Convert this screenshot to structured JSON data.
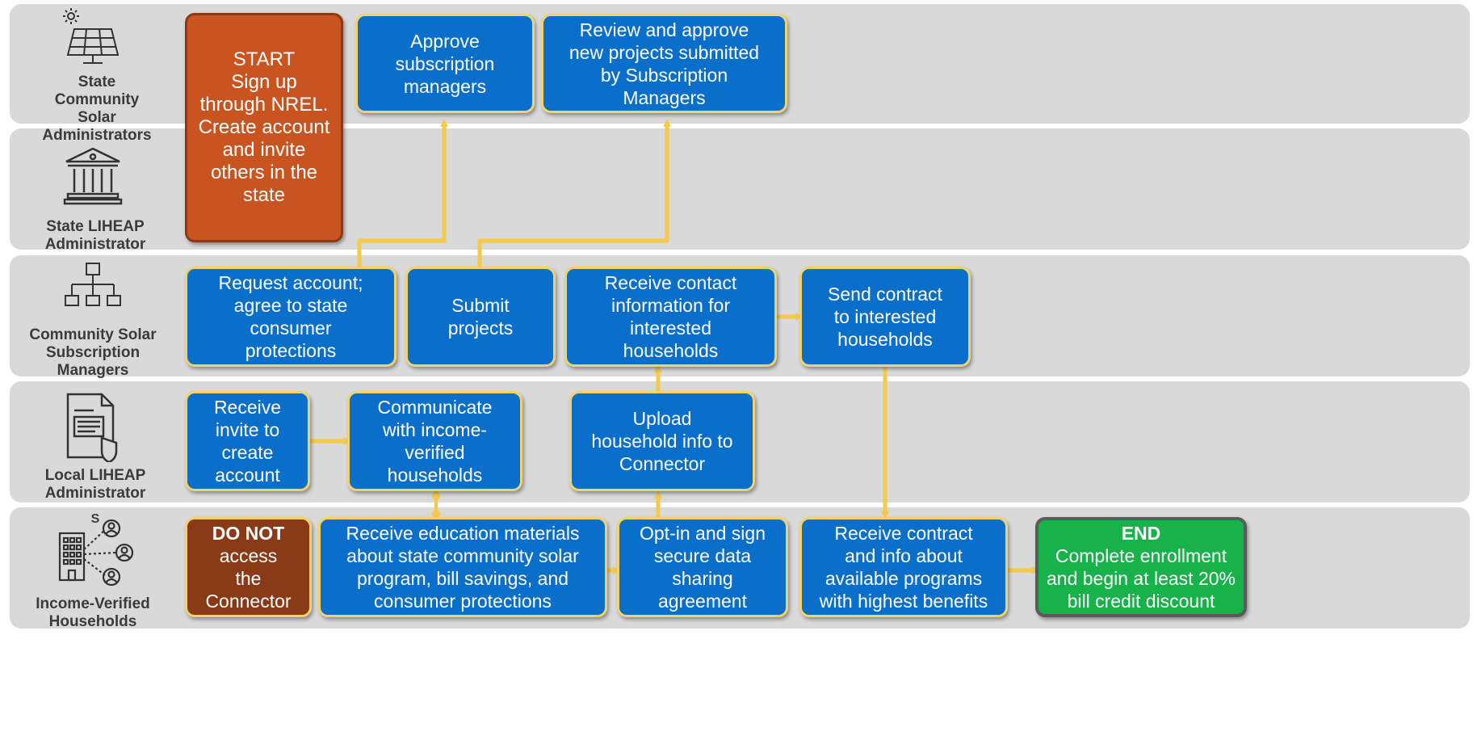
{
  "lanes": [
    {
      "label": "State Community Solar Administrators",
      "icon": "solar-panel-icon"
    },
    {
      "label": "State LIHEAP Administrator",
      "icon": "government-building-icon"
    },
    {
      "label": "Community Solar Subscription Managers",
      "icon": "org-chart-icon"
    },
    {
      "label": "Local LIHEAP Administrator",
      "icon": "document-shield-icon"
    },
    {
      "label": "Income-Verified Households",
      "icon": "building-people-icon",
      "icon_text": "S"
    }
  ],
  "boxes": {
    "start": {
      "title": "START",
      "text": "Sign up\nthrough NREL.\nCreate account\nand invite\nothers in the\nstate"
    },
    "approve_managers": "Approve\nsubscription\nmanagers",
    "review_projects": "Review and approve\nnew projects submitted\nby Subscription\nManagers",
    "request_account": "Request account;\nagree to state\nconsumer\nprotections",
    "submit_projects": "Submit\nprojects",
    "receive_contact": "Receive contact\ninformation  for\ninterested\nhouseholds",
    "send_contract": "Send contract\nto interested\nhouseholds",
    "receive_invite": "Receive\ninvite to\ncreate\naccount",
    "communicate": "Communicate\nwith income-\nverified\nhouseholds",
    "upload": "Upload\nhousehold info to\nConnector",
    "do_not": {
      "title": "DO NOT",
      "text": "access\nthe\nConnector"
    },
    "receive_education": "Receive education materials\nabout state community solar\nprogram, bill savings, and\nconsumer protections",
    "opt_in": "Opt-in and sign\nsecure data\nsharing\nagreement",
    "receive_contract": "Receive contract\nand info about\navailable programs\nwith highest benefits",
    "end": {
      "title": "END",
      "text": "Complete enrollment\nand begin at least 20%\nbill credit discount"
    }
  },
  "colors": {
    "lane": "#d9d9da",
    "box": "#0a6fcb",
    "box_border": "#f2d36a",
    "start": "#c9541f",
    "do_not": "#8b3a17",
    "end": "#17b24a",
    "connector": "#f5c94a"
  }
}
